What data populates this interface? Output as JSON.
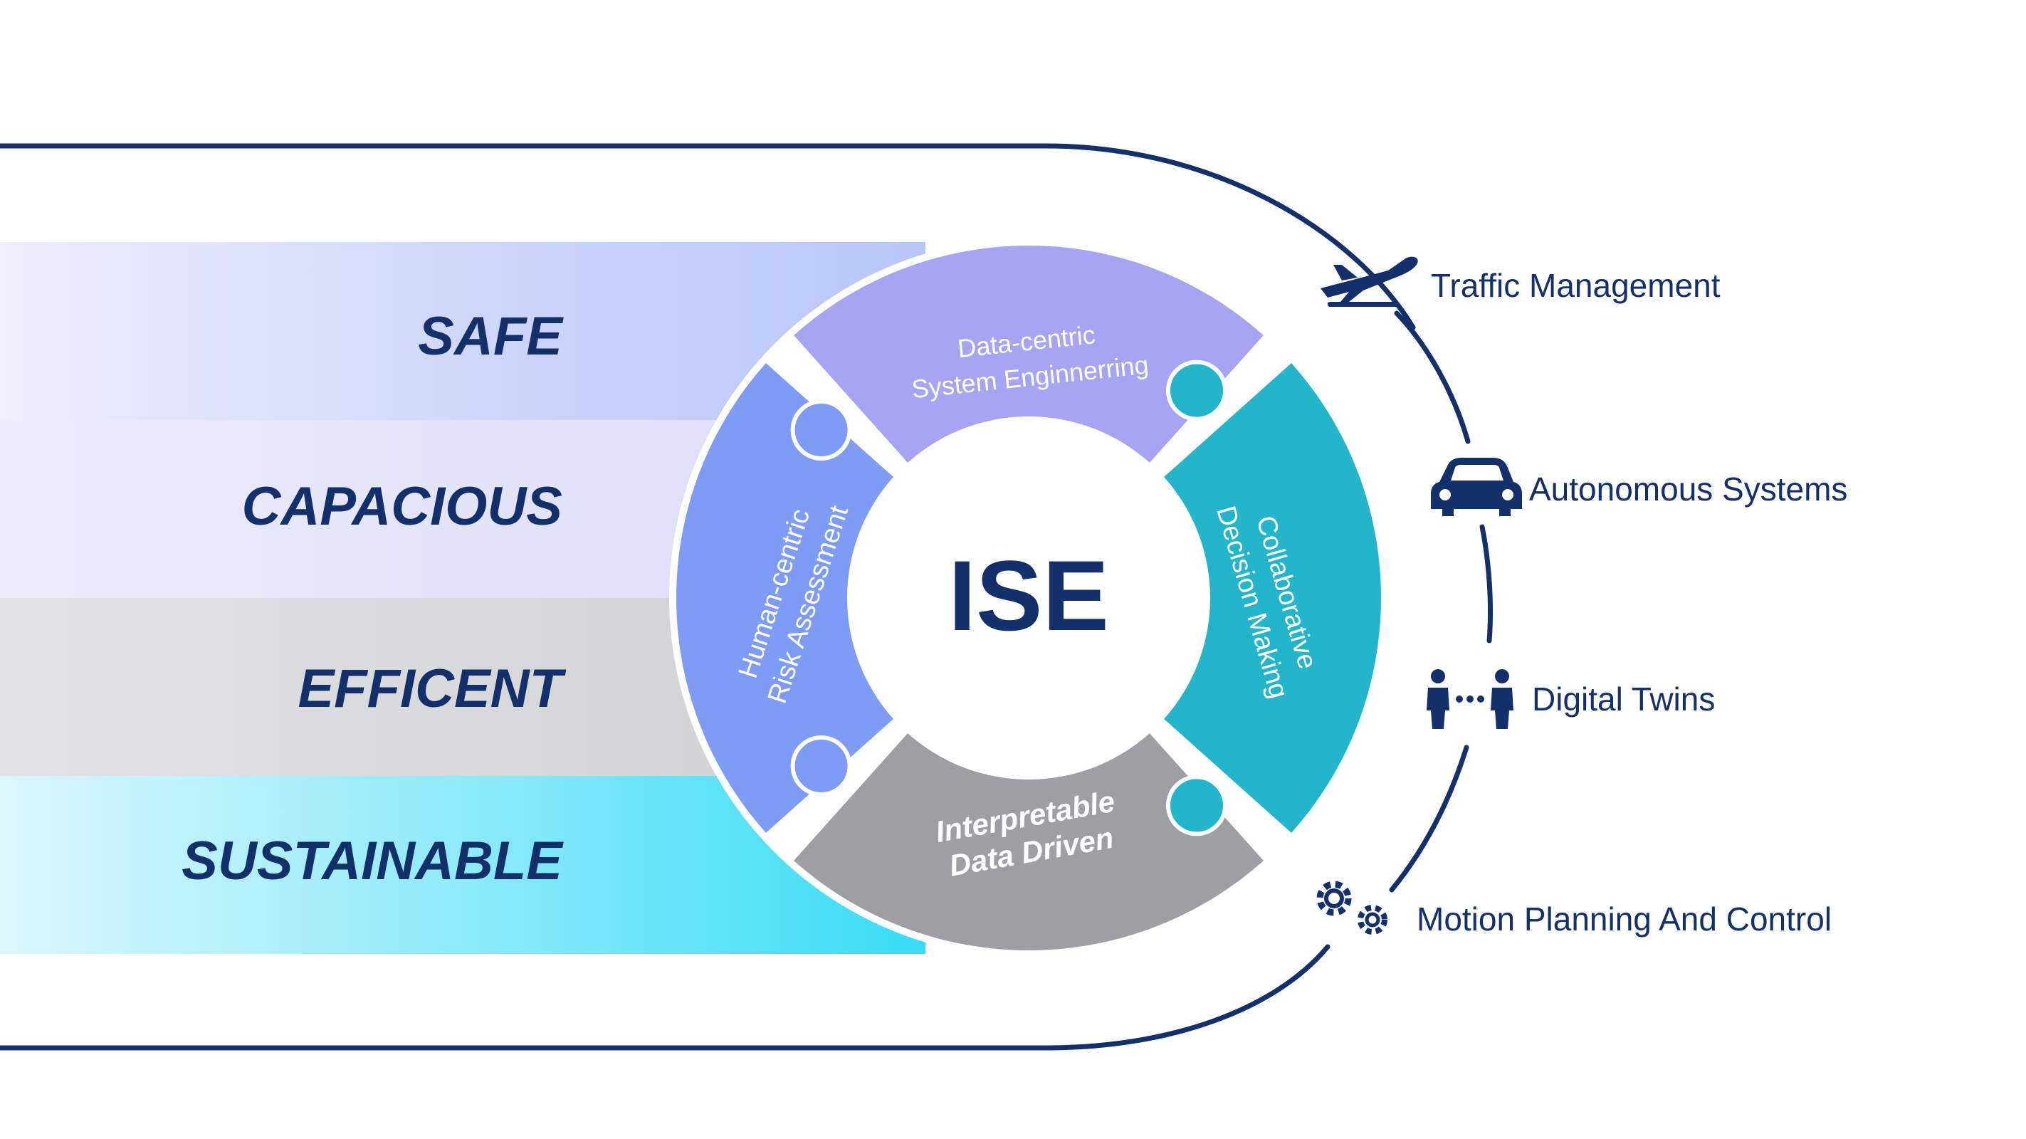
{
  "center": {
    "label": "ISE"
  },
  "bars": [
    {
      "label": "SAFE"
    },
    {
      "label": "CAPACIOUS"
    },
    {
      "label": "EFFICENT"
    },
    {
      "label": "SUSTAINABLE"
    }
  ],
  "segments": {
    "top": {
      "line1": "Data-centric",
      "line2": "System Enginnerring",
      "color": "#a8a4f4"
    },
    "left": {
      "line1": "Human-centric",
      "line2": "Risk Assessment",
      "color": "#7e9bf5"
    },
    "right": {
      "line1": "Collaborative",
      "line2": "Decision Making",
      "color": "#22b5cc"
    },
    "bottom": {
      "line1": "Interpretable",
      "line2": "Data Driven",
      "color": "#9d9fa4"
    }
  },
  "applications": [
    {
      "label": "Traffic Management",
      "icon": "airplane-icon"
    },
    {
      "label": "Autonomous Systems",
      "icon": "car-icon"
    },
    {
      "label": "Digital Twins",
      "icon": "people-connection-icon"
    },
    {
      "label": "Motion Planning And Control",
      "icon": "gears-icon"
    }
  ],
  "colors": {
    "navy": "#14306b",
    "bar_safe": "#c3cdfa",
    "bar_capacious": "#ddddf8",
    "bar_efficent": "#d3d4d6",
    "bar_sustainable": "#4fe0f8"
  }
}
